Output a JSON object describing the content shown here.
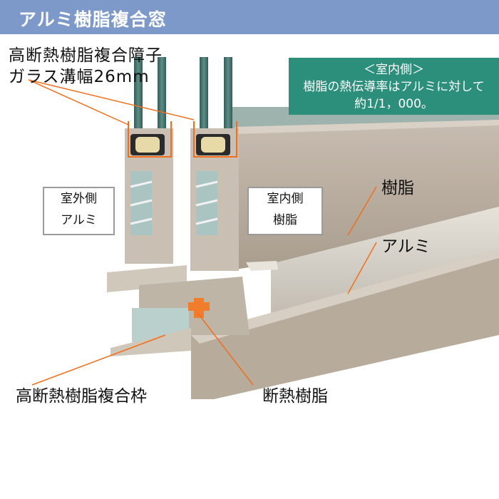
{
  "header": {
    "title": "アルミ樹脂複合窓"
  },
  "labels": {
    "glass_groove_line1": "高断熱樹脂複合障子",
    "glass_groove_line2": "ガラス溝幅26mm",
    "frame": "高断熱樹脂複合枠",
    "insulation_resin": "断熱樹脂",
    "resin": "樹脂",
    "aluminum": "アルミ"
  },
  "outside_box": {
    "line1": "室外側",
    "line2": "アルミ"
  },
  "inside_box": {
    "line1": "室内側",
    "line2": "樹脂"
  },
  "info_panel": {
    "line1": "＜室内側＞",
    "line2": "樹脂の熱伝導率はアルミに対して",
    "line3": "約1/1，000。"
  },
  "colors": {
    "header_bg": "#7d99c9",
    "panel_teal": "#2b8f7c",
    "leader_orange": "#f06f1c",
    "resin_frame": "#b9aea0",
    "aluminum": "#d9d5cc",
    "glass": "#3f6f6a"
  }
}
